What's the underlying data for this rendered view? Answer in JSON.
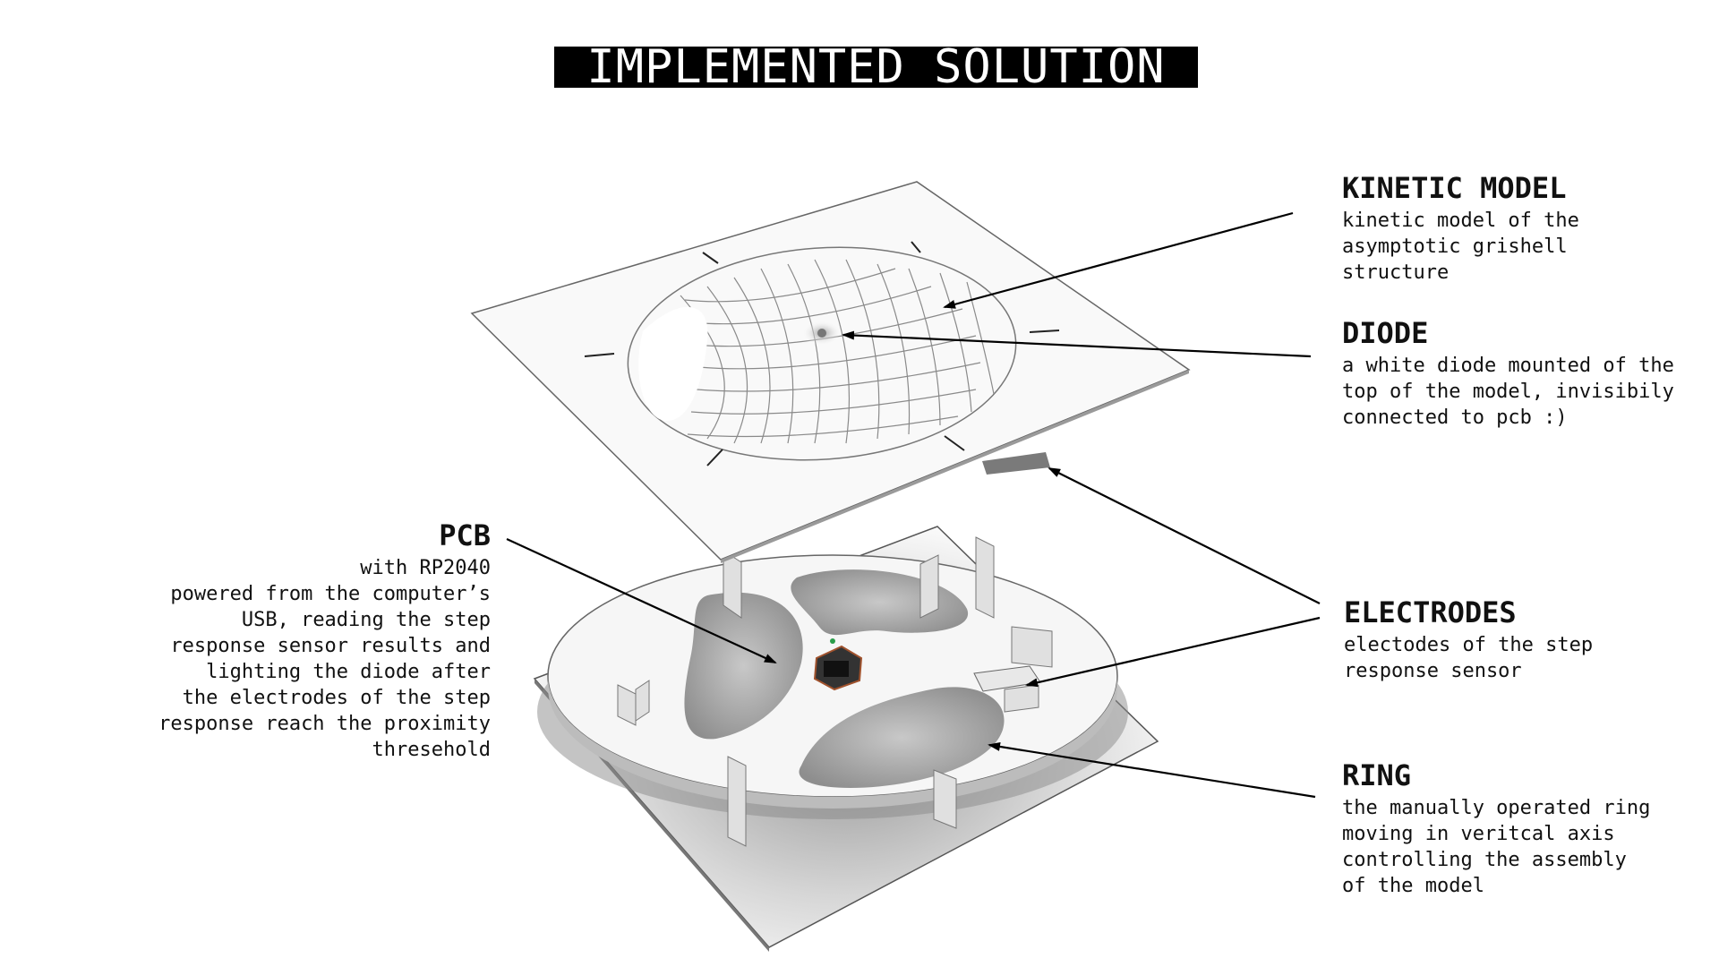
{
  "title": "IMPLEMENTED SOLUTION",
  "labels": {
    "kinetic_model": {
      "heading": "KINETIC MODEL",
      "text": "kinetic model of the\nasymptotic grishell\nstructure"
    },
    "diode": {
      "heading": "DIODE",
      "text": "a white diode mounted of the\ntop of the model, invisibily\nconnected to pcb :)"
    },
    "pcb": {
      "heading": "PCB",
      "text": "with RP2040\npowered from the computer’s\nUSB, reading the step\nresponse sensor results and\nlighting the diode after\nthe electrodes of the step\nresponse reach the proximity\nthresehold"
    },
    "electrodes": {
      "heading": "ELECTRODES",
      "text": "electodes of the step\nresponse sensor"
    },
    "ring": {
      "heading": "RING",
      "text": "the manually operated ring\nmoving in veritcal axis\ncontrolling the assembly\nof the model"
    }
  }
}
